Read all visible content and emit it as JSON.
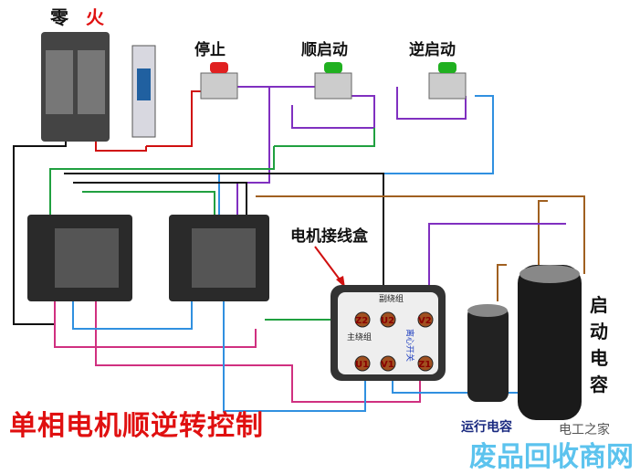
{
  "labels": {
    "neutral": "零",
    "live": "火",
    "stop": "停止",
    "forward_start": "顺启动",
    "reverse_start": "逆启动",
    "junction_box": "电机接线盒",
    "aux_winding": "副绕组",
    "main_winding": "主绕组",
    "centrifugal_switch": "离心开关",
    "start_capacitor": "启动电容",
    "run_capacitor": "运行电容",
    "title": "单相电机顺逆转控制",
    "source": "电工之家",
    "watermark": "废品回收商网"
  },
  "terminals": [
    "Z2",
    "U2",
    "V2",
    "U1",
    "V1",
    "Z1"
  ],
  "colors": {
    "stop_button": "#e02020",
    "start_button": "#20b020",
    "title": "#e01010",
    "wire_red": "#d01010",
    "wire_green": "#20a040",
    "wire_purple": "#8030c0",
    "wire_blue": "#3090e0",
    "wire_brown": "#a06020",
    "wire_pink": "#d03080"
  }
}
